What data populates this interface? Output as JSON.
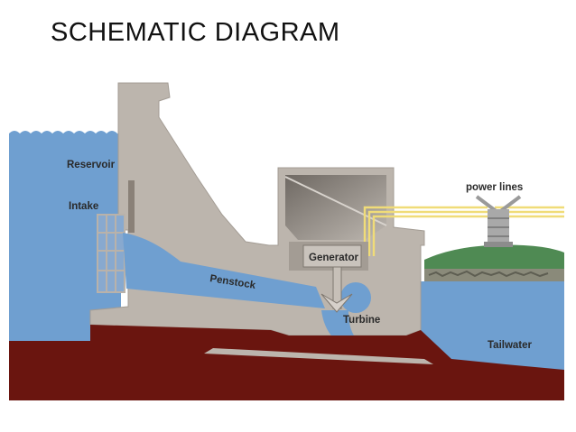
{
  "title": "SCHEMATIC DIAGRAM",
  "labels": {
    "reservoir": "Reservoir",
    "intake": "Intake",
    "penstock": "Penstock",
    "generator": "Generator",
    "turbine": "Turbine",
    "power_lines": "power lines",
    "tailwater": "Tailwater"
  },
  "colors": {
    "water": "#6f9fd0",
    "concrete": "#bcb5ad",
    "bedrock": "#6a150f",
    "powerline": "#f0dc78",
    "bank": "#4f8a53"
  }
}
